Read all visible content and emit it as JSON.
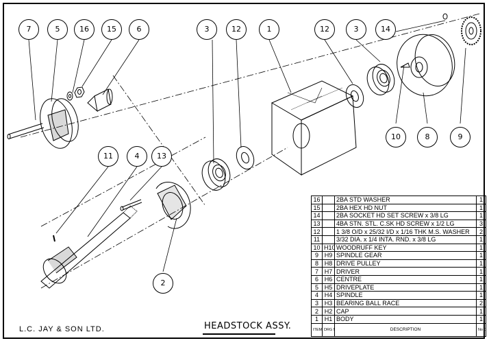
{
  "drawing": {
    "title": "HEADSTOCK ASSY.",
    "company": "L.C. JAY & SON LTD."
  },
  "balloons": [
    "7",
    "5",
    "16",
    "15",
    "6",
    "3",
    "12",
    "1",
    "12",
    "3",
    "14",
    "11",
    "4",
    "13",
    "10",
    "8",
    "9",
    "2"
  ],
  "parts_list": {
    "header": {
      "item_no": "ITEM No",
      "drg_no": "DRG No",
      "description": "DESCRIPTION",
      "no_off": "No OFF"
    },
    "rows": [
      {
        "item": "16",
        "drg": "",
        "description": "2BA  STD WASHER",
        "qty": "1"
      },
      {
        "item": "15",
        "drg": "",
        "description": "2BA  HEX HD NUT",
        "qty": "1"
      },
      {
        "item": "14",
        "drg": "",
        "description": "2BA  SOCKET HD SET SCREW x 3/8 LG",
        "qty": "1"
      },
      {
        "item": "13",
        "drg": "",
        "description": "4BA  STN. STL. C.SK HD SCREW x 1/2 LG",
        "qty": "3"
      },
      {
        "item": "12",
        "drg": "",
        "description": "1 3/8 O/D x 25/32 I/D x 1/16 THK  M.S. WASHER",
        "qty": "2"
      },
      {
        "item": "11",
        "drg": "",
        "description": "3/32 DIA. x 1/4 INTA. RND. x 3/8 LG",
        "qty": "1"
      },
      {
        "item": "10",
        "drg": "H10",
        "description": "WOODRUFF  KEY",
        "qty": "1"
      },
      {
        "item": "9",
        "drg": "H9",
        "description": "SPINDLE  GEAR",
        "qty": "1"
      },
      {
        "item": "8",
        "drg": "H8",
        "description": "DRIVE  PULLEY",
        "qty": "1"
      },
      {
        "item": "7",
        "drg": "H7",
        "description": "DRIVER",
        "qty": "1"
      },
      {
        "item": "6",
        "drg": "H6",
        "description": "CENTRE",
        "qty": "1"
      },
      {
        "item": "5",
        "drg": "H5",
        "description": "DRIVEPLATE",
        "qty": "1"
      },
      {
        "item": "4",
        "drg": "H4",
        "description": "SPINDLE",
        "qty": "1"
      },
      {
        "item": "3",
        "drg": "H3",
        "description": "BEARING  BALL  RACE",
        "qty": "2"
      },
      {
        "item": "2",
        "drg": "H2",
        "description": "CAP",
        "qty": "1"
      },
      {
        "item": "1",
        "drg": "H1",
        "description": "BODY",
        "qty": "1"
      }
    ]
  }
}
